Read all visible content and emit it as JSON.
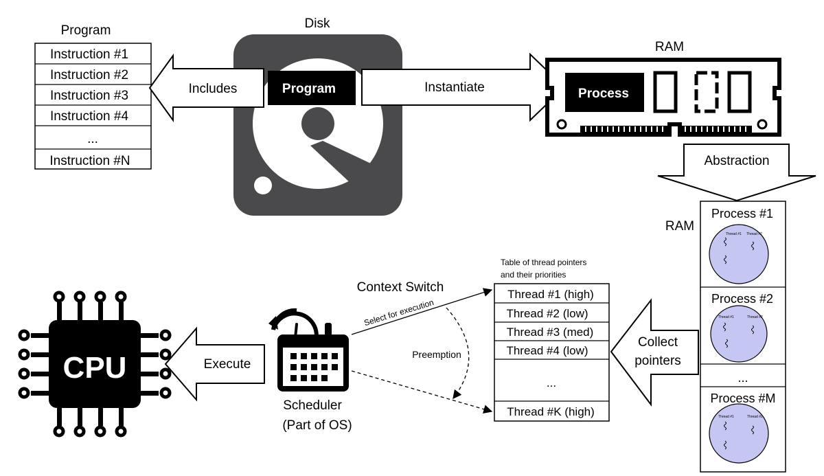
{
  "program_list": {
    "title": "Program",
    "items": [
      "Instruction #1",
      "Instruction #2",
      "Instruction #3",
      "Instruction #4",
      "...",
      "Instruction #N"
    ]
  },
  "disk": {
    "title": "Disk",
    "program_label": "Program"
  },
  "arrows": {
    "includes": "Includes",
    "instantiate": "Instantiate",
    "abstraction": "Abstraction",
    "collect_line1": "Collect",
    "collect_line2": "pointers",
    "execute": "Execute"
  },
  "ram_top": {
    "title": "RAM",
    "process_label": "Process"
  },
  "ram_side": {
    "label": "RAM",
    "processes": [
      "Process #1",
      "Process #2",
      "...",
      "Process #M"
    ],
    "thread_tags": [
      "Thread #1",
      "Thread #2"
    ]
  },
  "thread_table": {
    "caption_line1": "Table of thread pointers",
    "caption_line2": "and their priorities",
    "rows": [
      "Thread #1 (high)",
      "Thread #2 (low)",
      "Thread #3 (med)",
      "Thread #4 (low)",
      "...",
      "Thread #K (high)"
    ]
  },
  "scheduler": {
    "context_switch": "Context Switch",
    "select_for_execution": "Select for execution",
    "preemption": "Preemption",
    "name_line1": "Scheduler",
    "name_line2": "(Part of OS)"
  },
  "cpu": {
    "label": "CPU"
  },
  "colors": {
    "dark": "#4a4a4c",
    "black": "#000000",
    "thread_circle": "#c5c6f2"
  }
}
